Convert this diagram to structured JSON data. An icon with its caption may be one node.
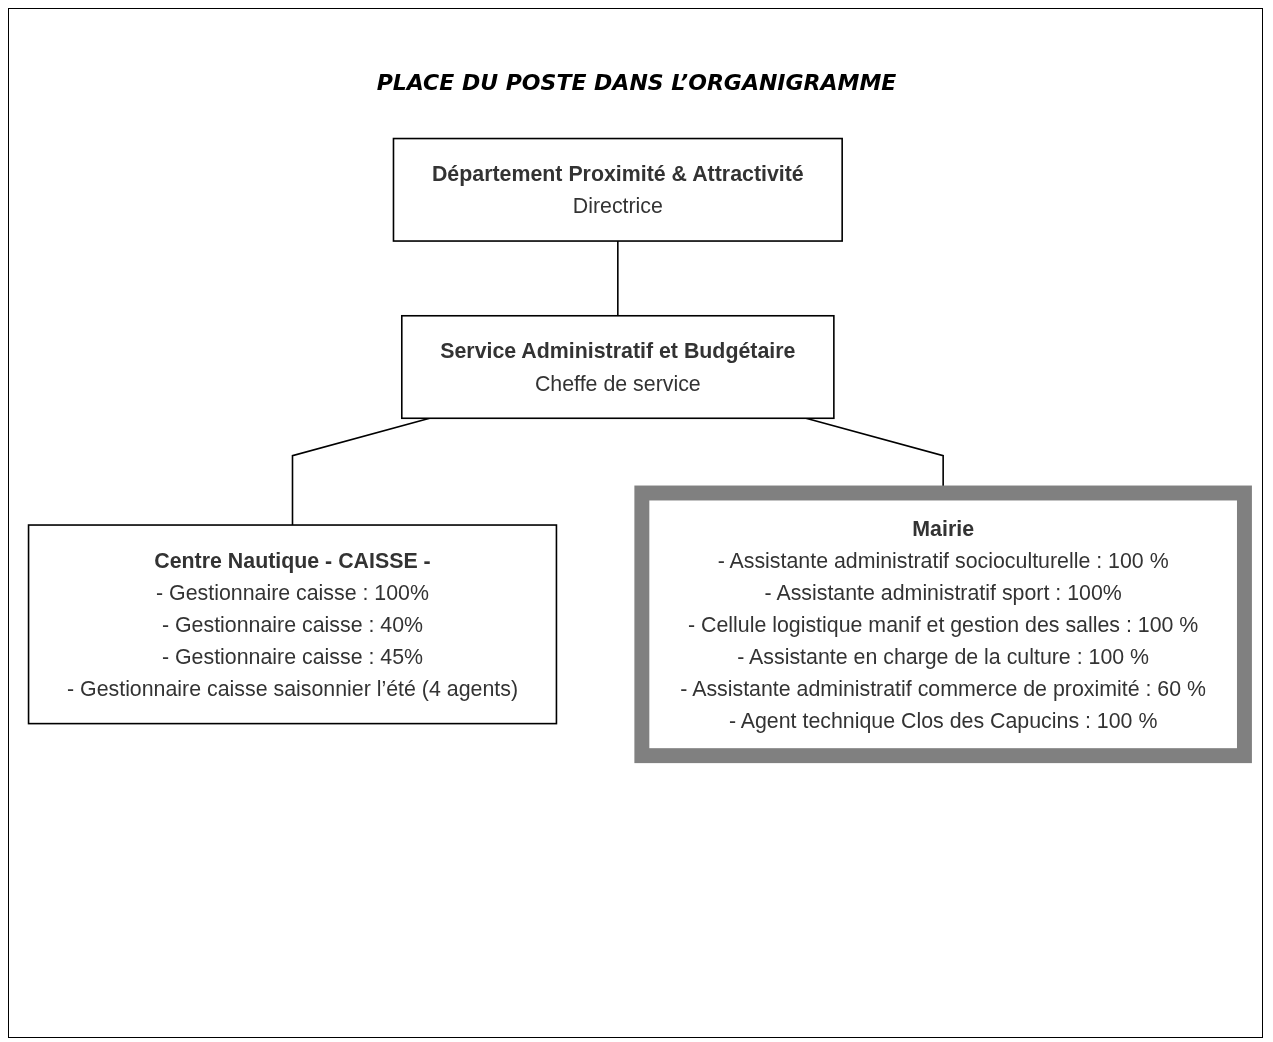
{
  "diagram": {
    "title": "PLACE DU POSTE DANS L’ORGANIGRAMME",
    "nodes": [
      {
        "text": [
          "Département Proximité & Attractivité",
          "Directrice"
        ]
      },
      {
        "text": [
          "Service Administratif et Budgétaire",
          "Cheffe de service"
        ]
      },
      {
        "text": [
          "Centre Nautique - CAISSE -",
          "- Gestionnaire caisse : 100%",
          "- Gestionnaire caisse : 40%",
          "- Gestionnaire caisse : 45%",
          "- Gestionnaire caisse saisonnier l’été (4 agents)"
        ]
      },
      {
        "text": [
          "Mairie",
          "- Assistante administratif socioculturelle : 100 %",
          "- Assistante administratif sport : 100%",
          "- Cellule logistique manif et gestion des salles : 100 %",
          "- Assistante en charge de la culture : 100 %",
          "- Assistante administratif commerce de proximité : 60 %",
          "- Agent technique Clos des Capucins : 100 %"
        ]
      }
    ],
    "edges": [
      {
        "from": 0,
        "to": 1,
        "arrow": "none"
      },
      {
        "from": 1,
        "to": 2,
        "arrow": "none"
      },
      {
        "from": 1,
        "to": 3,
        "arrow": "none"
      }
    ]
  }
}
